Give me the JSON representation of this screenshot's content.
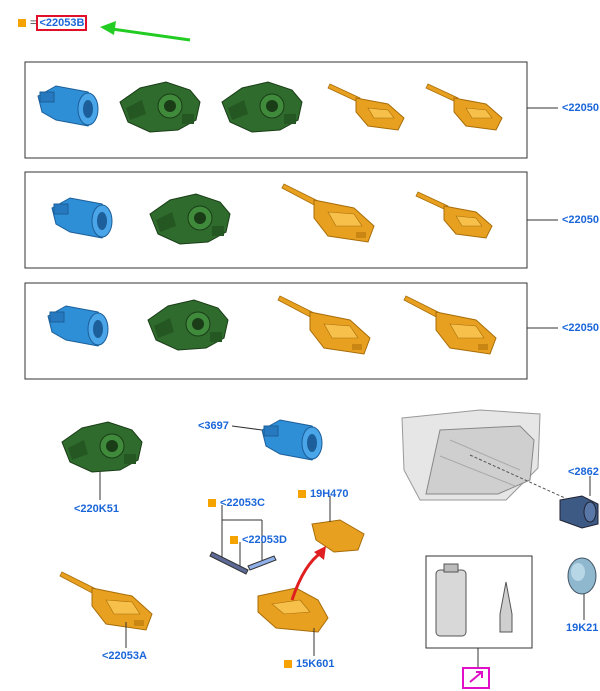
{
  "legend": {
    "equals": "=",
    "ref": "<22053B"
  },
  "colors": {
    "cylinder": "#2f8fd6",
    "lock": "#2f6b2c",
    "key": "#e7a020",
    "link": "#1a66d9",
    "highlight": "#e0102a",
    "arrow_green": "#22cc22",
    "arrow_red": "#e02020",
    "magenta": "#e010c8"
  },
  "kit_labels": [
    "<22050",
    "<22050",
    "<22050"
  ],
  "parts": {
    "p220K51": "<220K51",
    "p3697": "<3697",
    "p22053C": "<22053C",
    "p22053D": "<22053D",
    "p19H470": "19H470",
    "p22053A": "<22053A",
    "p15K601": "15K601",
    "p2862": "<2862",
    "p19K21": "19K21"
  }
}
